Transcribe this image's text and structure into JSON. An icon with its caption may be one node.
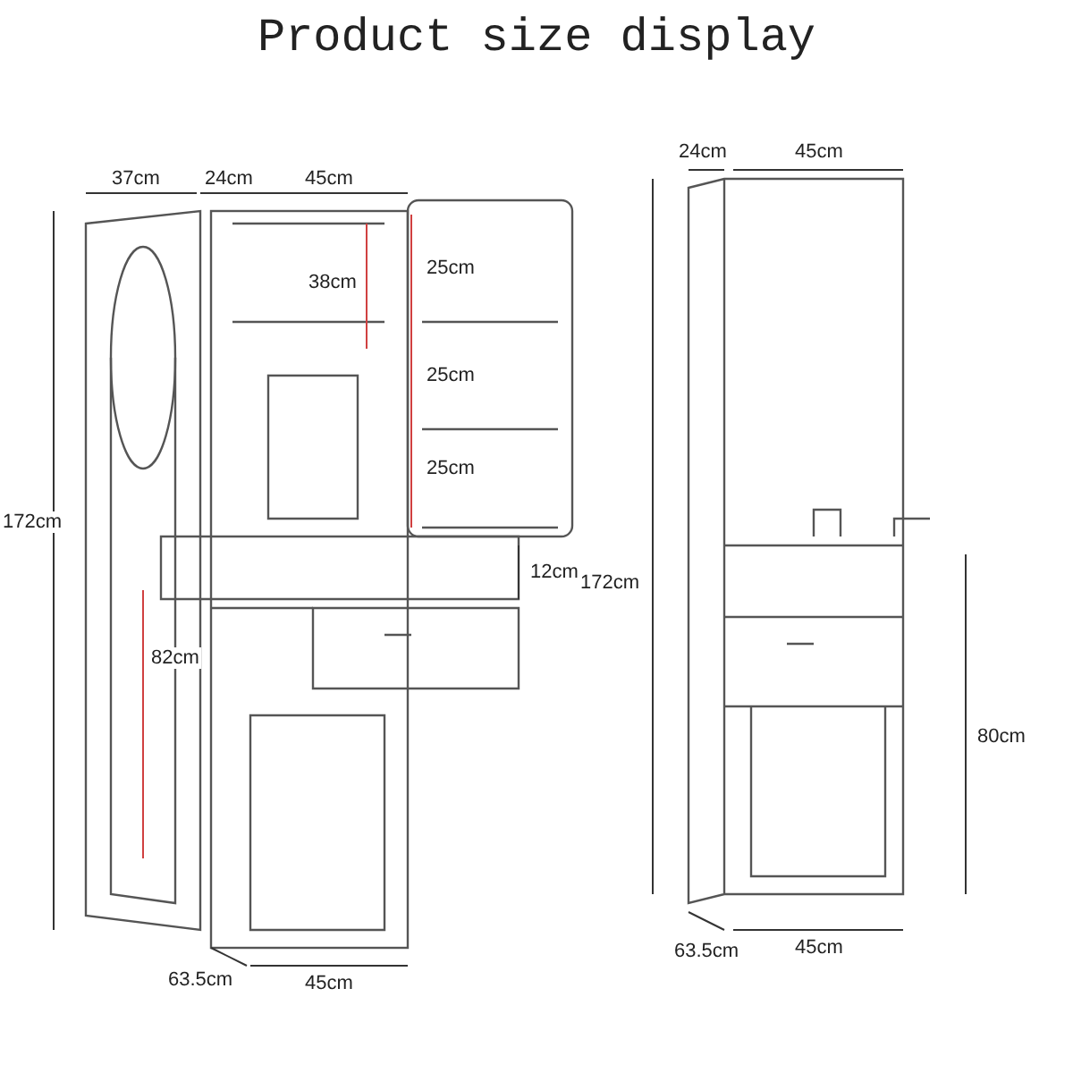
{
  "diagram": {
    "title": "Product size display",
    "labels": [
      "37cm",
      "24cm",
      "45cm",
      "38cm",
      "25cm",
      "25cm",
      "25cm",
      "172cm",
      "12cm",
      "82cm",
      "63.5cm",
      "45cm",
      "24cm",
      "45cm",
      "172cm",
      "80cm",
      "63.5cm",
      "45cm"
    ]
  }
}
